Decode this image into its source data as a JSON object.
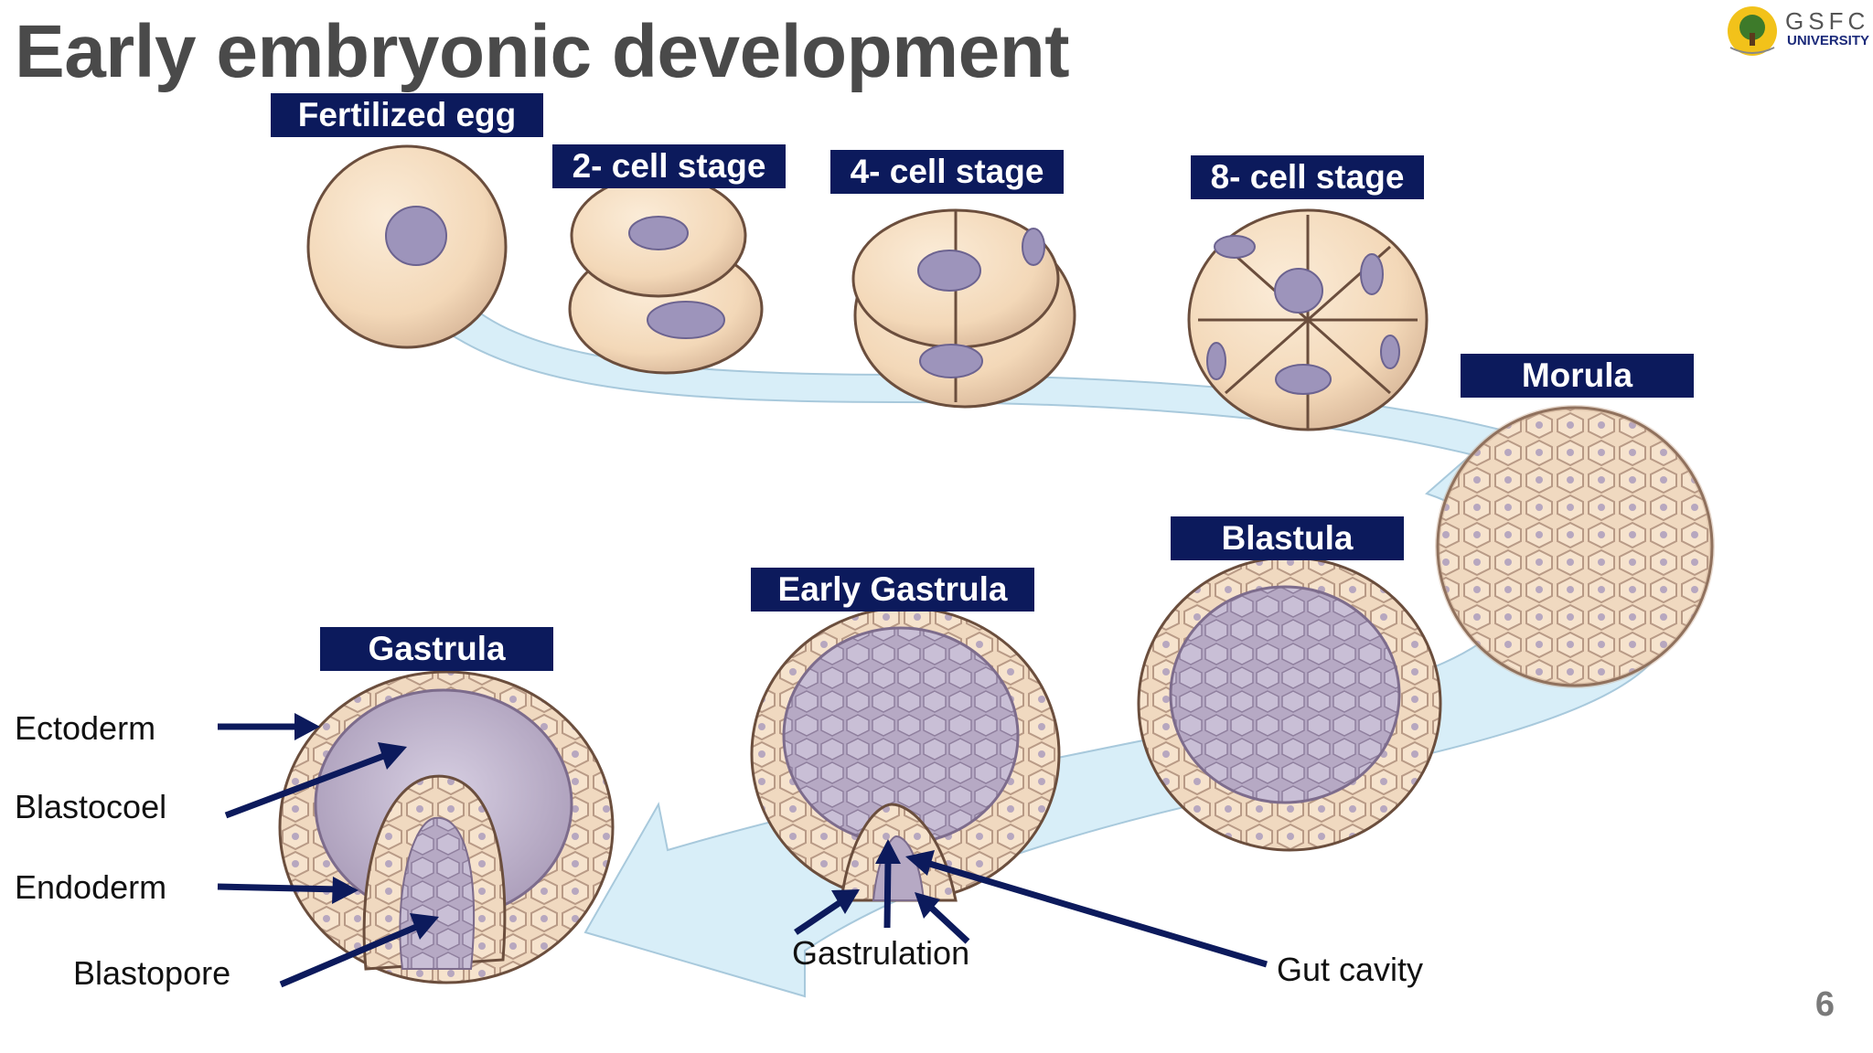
{
  "slide": {
    "title": "Early embryonic development",
    "page_number": "6"
  },
  "logo": {
    "name": "GSFC",
    "subtitle": "UNIVERSITY"
  },
  "stages": {
    "fertilized_egg": "Fertilized egg",
    "two_cell": "2- cell stage",
    "four_cell": "4- cell stage",
    "eight_cell": "8- cell stage",
    "morula": "Morula",
    "blastula": "Blastula",
    "early_gastrula": "Early Gastrula",
    "gastrula": "Gastrula"
  },
  "annotations": {
    "ectoderm": "Ectoderm",
    "blastocoel": "Blastocoel",
    "endoderm": "Endoderm",
    "blastopore": "Blastopore",
    "gastrulation": "Gastrulation",
    "gut_cavity": "Gut cavity"
  },
  "colors": {
    "label_bg": "#0c1a5c",
    "arrow": "#0c1a5c",
    "path_fill": "#d8eef8",
    "cell_fill": "#f6dfc2",
    "nucleus": "#9d94bb",
    "title_text": "#4a4a4a"
  }
}
